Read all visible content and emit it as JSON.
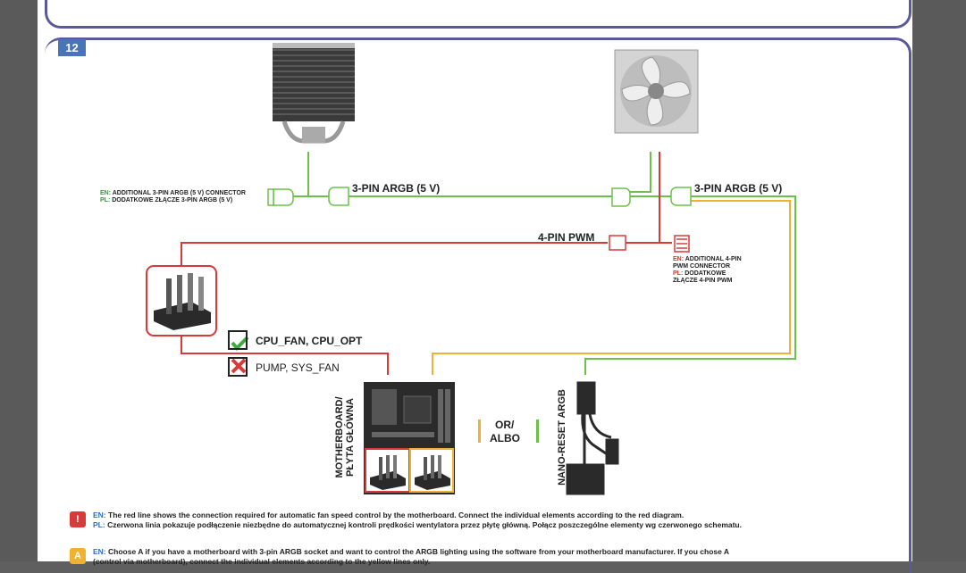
{
  "step_number": "12",
  "labels": {
    "argb_left": "3-PIN ARGB (5 V)",
    "argb_right": "3-PIN ARGB (5 V)",
    "pwm": "4-PIN PWM",
    "cpu_fan": "CPU_FAN, CPU_OPT",
    "pump_sys": "PUMP, SYS_FAN",
    "or": "OR/",
    "albo": "ALBO",
    "motherboard": "MOTHERBOARD/",
    "plyta": "PŁYTA GŁÓWNA",
    "nano_reset": "NANO-RESET ARGB"
  },
  "connector_note_argb": {
    "en_prefix": "EN:",
    "en": "ADDITIONAL 3-PIN ARGB (5 V) CONNECTOR",
    "pl_prefix": "PL:",
    "pl": "DODATKOWE ZŁĄCZE 3-PIN ARGB (5 V)"
  },
  "connector_note_pwm": {
    "en_prefix": "EN:",
    "en_line1": "ADDITIONAL 4-PIN",
    "en_line2": "PWM CONNECTOR",
    "pl_prefix": "PL:",
    "pl_line1": "DODATKOWE",
    "pl_line2": "ZŁĄCZE 4-PIN PWM"
  },
  "notes": {
    "red_badge": "!",
    "red_en_prefix": "EN:",
    "red_en": "The red line shows the connection required for automatic fan speed control by the motherboard. Connect the individual elements according to the red diagram.",
    "red_pl_prefix": "PL:",
    "red_pl": "Czerwona linia pokazuje podłączenie niezbędne do automatycznej kontroli prędkości wentylatora przez płytę główną. Połącz poszczególne elementy wg czerwonego schematu.",
    "a_badge": "A",
    "a_en_prefix": "EN:",
    "a_en": "Choose A if you have a motherboard with 3-pin ARGB socket and want to control the ARGB lighting using the software from your motherboard manufacturer. If you chose A",
    "a_en2": "(control via motherboard), connect the individual elements according to the yellow lines only."
  },
  "colors": {
    "red_line": "#d83a3a",
    "green_line": "#6cc04a",
    "yellow_line": "#f0b030",
    "frame": "#5a5a9a",
    "badge": "#4a74b8"
  }
}
